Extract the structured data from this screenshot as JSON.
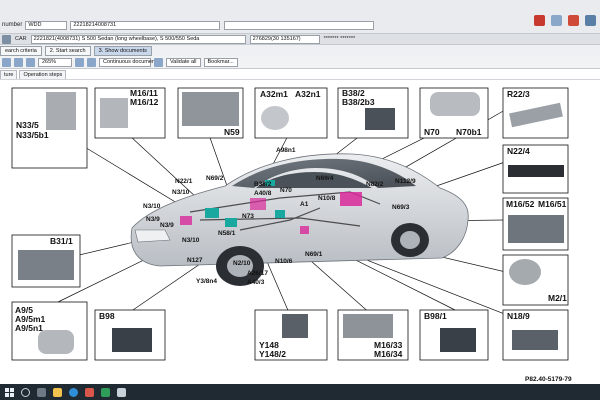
{
  "header": {
    "search_label": "number",
    "vin_type": "WDD",
    "vin_value": "22218214008731"
  },
  "toolbar2": {
    "product": "CAR",
    "model_info": "2221821(4008731) S 500 Sedan (long wheelbase), S 500/550 Seda",
    "code_info": "276829(30 135167)",
    "extra": "******* *******"
  },
  "tabs": [
    {
      "label": "earch criteria"
    },
    {
      "label": "2. Start search"
    },
    {
      "label": "3. Show documents"
    }
  ],
  "viewer_toolbar": {
    "zoom": "265%",
    "view_mode": "Continuous document",
    "validate_label": "Validate all",
    "bookmark_label": "Bookmar..."
  },
  "doc_tabs": [
    {
      "label": "ture"
    },
    {
      "label": "Operation steps"
    }
  ],
  "diagram": {
    "doc_ref": "P82.40-5179-79",
    "callouts": [
      {
        "lines": [
          "N33/5",
          "N33/5b1"
        ]
      },
      {
        "lines": [
          "M16/11",
          "M16/12"
        ]
      },
      {
        "lines": [
          "N59"
        ]
      },
      {
        "lines": [
          "A32m1",
          "A32n1"
        ]
      },
      {
        "lines": [
          "B38/2",
          "B38/2b3"
        ]
      },
      {
        "lines": [
          "N70",
          "N70b1"
        ]
      },
      {
        "lines": [
          "R22/3"
        ]
      },
      {
        "lines": [
          "N22/4"
        ]
      },
      {
        "lines": [
          "M16/52",
          "M16/51"
        ]
      },
      {
        "lines": [
          "M2/1"
        ]
      },
      {
        "lines": [
          "N18/9"
        ]
      },
      {
        "lines": [
          "B98/1"
        ]
      },
      {
        "lines": [
          "M16/33",
          "M16/34"
        ]
      },
      {
        "lines": [
          "Y148",
          "Y148/2"
        ]
      },
      {
        "lines": [
          "B98"
        ]
      },
      {
        "lines": [
          "A9/5",
          "A9/5m1",
          "A9/5n1"
        ]
      },
      {
        "lines": [
          "B31/1"
        ]
      }
    ],
    "car_labels": [
      "A98n1",
      "N22/1",
      "N69/2",
      "N3/10",
      "B38/2",
      "N70",
      "A40/8",
      "N69/4",
      "N82/2",
      "N112/9",
      "N3/10",
      "N10/8",
      "A1",
      "N69/3",
      "N3/9",
      "N73",
      "N3/9",
      "N58/1",
      "N3/10",
      "N10/6",
      "N69/1",
      "N127",
      "N2/10",
      "A26/17",
      "Y3/8n4",
      "A40/3"
    ]
  },
  "colors": {
    "toolbar_bg": "#e9ebee",
    "tab_active": "#c9d7ea",
    "taskbar": "#1f2a33",
    "car_body": "#d9dcdf",
    "component_magenta": "#d8299a",
    "component_teal": "#18a8a0"
  },
  "icons": [
    "search-icon",
    "print-icon",
    "close-icon",
    "windows-logo-icon",
    "search-taskbar-icon",
    "explorer-icon",
    "browser-icon"
  ]
}
